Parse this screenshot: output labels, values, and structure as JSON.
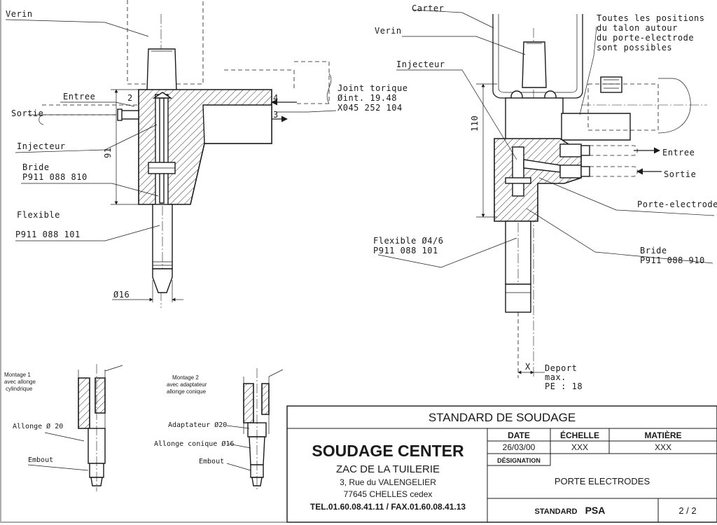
{
  "drawing": {
    "left_view": {
      "labels": {
        "verin": "Verin",
        "entree": "Entree",
        "sortie": "Sortie",
        "injecteur": "Injecteur",
        "bride": "Bride",
        "bride_ref": "P911 088 810",
        "flexible": "Flexible",
        "flexible_ref": "P911 088 101",
        "joint_1": "Joint torique",
        "joint_2": "Øint. 19.48",
        "joint_3": "X045 252 104",
        "diameter": "Ø16",
        "dim_91": "91",
        "num_2": "2",
        "num_4": "4",
        "num_3": "3"
      }
    },
    "right_view": {
      "labels": {
        "carter": "Carter",
        "verin": "Verin",
        "injecteur": "Injecteur",
        "note_1": "Toutes les positions",
        "note_2": "du talon autour",
        "note_3": "du porte-electrode",
        "note_4": "sont possibles",
        "entree": "Entree",
        "sortie": "Sortie",
        "porte_electrode": "Porte-electrode",
        "bride": "Bride",
        "bride_ref": "P911 088 910",
        "flexible": "Flexible Ø4/6",
        "flexible_ref": "P911 088 101",
        "dim_110": "110",
        "x": "X",
        "deport_1": "Deport",
        "deport_2": "max.",
        "deport_3": "PE : 18"
      }
    },
    "montage_1": {
      "title_1": "Montage 1",
      "title_2": "avec allonge",
      "title_3": "cylindrique",
      "allonge": "Allonge Ø 20",
      "embout": "Embout"
    },
    "montage_2": {
      "title_1": "Montage 2",
      "title_2": "avec adaptateur",
      "title_3": "allonge conique",
      "adaptateur": "Adaptateur Ø20",
      "allonge": "Allonge conique Ø16",
      "embout": "Embout"
    }
  },
  "title_block": {
    "header": "STANDARD DE SOUDAGE",
    "company": "SOUDAGE CENTER",
    "address_1": "ZAC DE LA TUILERIE",
    "address_2": "3, Rue du VALENGELIER",
    "address_3": "77645 CHELLES cedex",
    "contact": "TEL.01.60.08.41.11 / FAX.01.60.08.41.13",
    "date_label": "DATE",
    "date_value": "26/03/00",
    "echelle_label": "ÉCHELLE",
    "echelle_value": "XXX",
    "matiere_label": "MATIÈRE",
    "matiere_value": "XXX",
    "designation_label": "DÉSIGNATION",
    "designation_value": "PORTE ELECTRODES",
    "standard_label": "STANDARD",
    "standard_value": "PSA",
    "sheet": "2 / 2"
  }
}
